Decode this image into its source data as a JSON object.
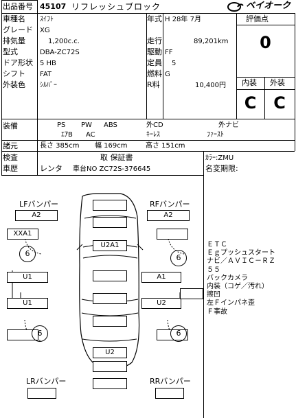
{
  "header": {
    "lot_label": "出品番号",
    "lot_number": "45107",
    "title": "リフレッシュブロック",
    "brand": "ベイオーク"
  },
  "spec": {
    "model_label": "車種名",
    "model": "ｽｲﾌﾄ",
    "grade_label": "グレード",
    "grade": "XG",
    "displacement_label": "排気量",
    "displacement": "1,200c.c.",
    "type_label": "型式",
    "type": "DBA-ZC72S",
    "door_label": "ドア形状",
    "door": "5 HB",
    "shift_label": "シフト",
    "shift": "FAT",
    "exterior_label": "外装色",
    "exterior": "ｼﾙﾊﾞｰ",
    "year_label": "年式",
    "year": "H 28年 7月",
    "mileage_label": "走行",
    "mileage": "89,201km",
    "drive_label": "駆動",
    "drive": "FF",
    "capacity_label": "定員",
    "capacity": "5",
    "fuel_label": "燃料",
    "fuel": "G",
    "r_fee_label": "R料",
    "r_fee": "10,400円",
    "eval_label": "評価点",
    "eval": "0",
    "interior_label": "内装",
    "interior": "C",
    "ext_label": "外装",
    "ext": "C"
  },
  "equipment": {
    "label": "装備",
    "ps": "PS",
    "pw": "PW",
    "abs": "ABS",
    "cd": "外CD",
    "navi": "外ナビ",
    "airbag": "ｴｱB",
    "ac": "AC",
    "keyless": "ｷｰﾚｽ",
    "firstowner": "ﾌｧｰｽﾄ"
  },
  "dims": {
    "label": "諸元",
    "length": "長さ 385cm",
    "width": "幅 169cm",
    "height": "高さ 151cm"
  },
  "inspection": {
    "label": "検査",
    "value": "取 保証書",
    "history_label": "車歴",
    "history": "レンタ",
    "chassis": "車台NO ZC72S-376645",
    "color_code": "ｶﾗｰ:ZMU",
    "name_change": "名変期限:"
  },
  "diagram": {
    "lf": "LFバンパー",
    "rf": "RFバンパー",
    "lr": "LRバンパー",
    "rr": "RRバンパー",
    "a2_left": "A2",
    "a2_right": "A2",
    "xxa1": "XXA1",
    "u2a1": "U2A1",
    "u1_a": "U1",
    "u1_b": "U1",
    "a1": "A1",
    "u2_right": "U2",
    "u2_bottom": "U2",
    "tire_lf": "6",
    "tire_rf": "6",
    "tire_lr": "6",
    "tire_rr": "6"
  },
  "notes": [
    "ＥＴＣ",
    "Ｅｇプッシュスタート",
    "ナビ／ＡＶＩＣ－ＲＺ",
    "５５",
    "バックカメラ",
    "内装（コゲ／汚れ）",
    "擦凹",
    "左Ｆインパネ歪",
    "Ｆ事故"
  ]
}
